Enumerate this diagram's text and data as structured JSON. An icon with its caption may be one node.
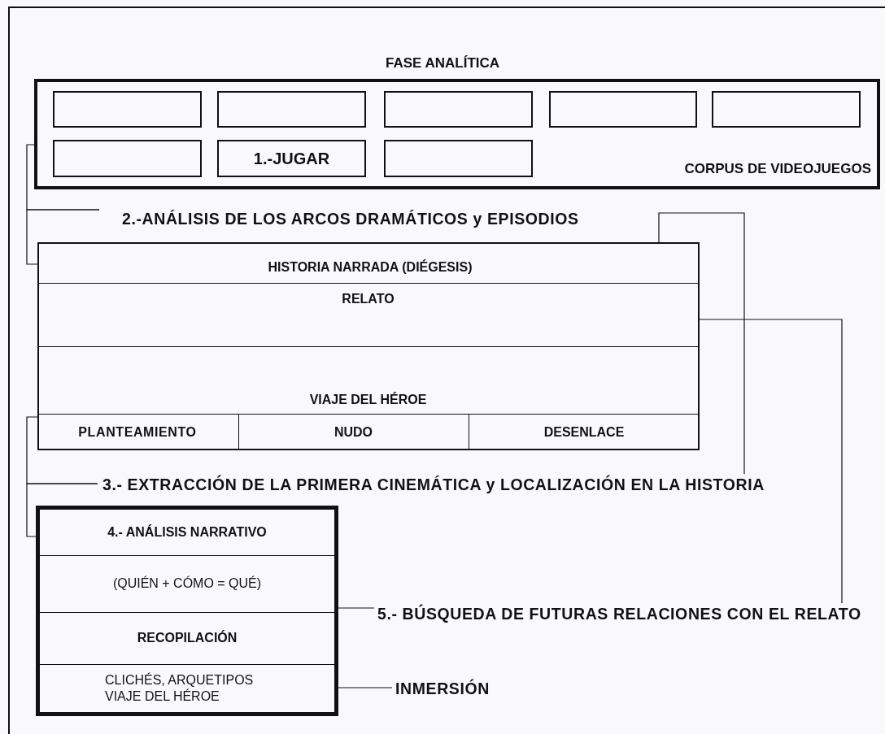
{
  "diagram": {
    "title": "FASE ANALÍTICA",
    "nodes": [
      {
        "text": [
          "CORPUS DE VIDEOJUEGOS"
        ]
      },
      {
        "text": [],
        "shape": "box",
        "in": 0
      },
      {
        "text": [],
        "shape": "box",
        "in": 0
      },
      {
        "text": [],
        "shape": "box",
        "in": 0
      },
      {
        "text": [],
        "shape": "box",
        "in": 0
      },
      {
        "text": [],
        "shape": "box",
        "in": 0
      },
      {
        "text": [],
        "shape": "box",
        "in": 0
      },
      {
        "text": [
          "1.-JUGAR"
        ],
        "in": 0
      },
      {
        "text": [],
        "shape": "box",
        "in": 0
      },
      {
        "text": [
          "2.-ANÁLISIS DE LOS ARCOS DRAMÁTICOS y EPISODIOS"
        ]
      },
      {
        "text": [
          "HISTORIA NARRADA (DIÉGESIS)"
        ]
      },
      {
        "text": [
          "RELATO"
        ],
        "in": 10
      },
      {
        "text": [
          "VIAJE DEL HÉROE"
        ],
        "in": 10
      },
      {
        "text": [
          "PLANTEAMIENTO"
        ],
        "in": 10
      },
      {
        "text": [
          "NUDO"
        ],
        "in": 10
      },
      {
        "text": [
          "DESENLACE"
        ],
        "in": 10
      },
      {
        "text": [
          "3.- EXTRACCIÓN DE LA PRIMERA CINEMÁTICA y LOCALIZACIÓN EN LA HISTORIA"
        ]
      },
      {
        "text": [
          "4.- ANÁLISIS NARRATIVO",
          "(QUIÉN + CÓMO = QUÉ)",
          "RECOPILACIÓN",
          "CLICHÉS, ARQUETIPOS VIAJE DEL HÉROE"
        ]
      },
      {
        "text": [
          "5.- BÚSQUEDA DE FUTURAS RELACIONES CON EL RELATO"
        ]
      },
      {
        "text": [
          "INMERSIÓN"
        ]
      }
    ],
    "edges": [
      {
        "from": 0,
        "to": 9,
        "arrow": "none"
      },
      {
        "from": 9,
        "to": 10,
        "arrow": "none"
      },
      {
        "from": 10,
        "to": 16,
        "arrow": "none"
      },
      {
        "from": 16,
        "to": 17,
        "arrow": "none"
      },
      {
        "from": 10,
        "to": 16,
        "arrow": "none"
      },
      {
        "from": 11,
        "to": 18,
        "arrow": "none"
      },
      {
        "from": 17,
        "to": 18,
        "arrow": "none"
      },
      {
        "from": 17,
        "to": 19,
        "arrow": "none"
      }
    ]
  }
}
